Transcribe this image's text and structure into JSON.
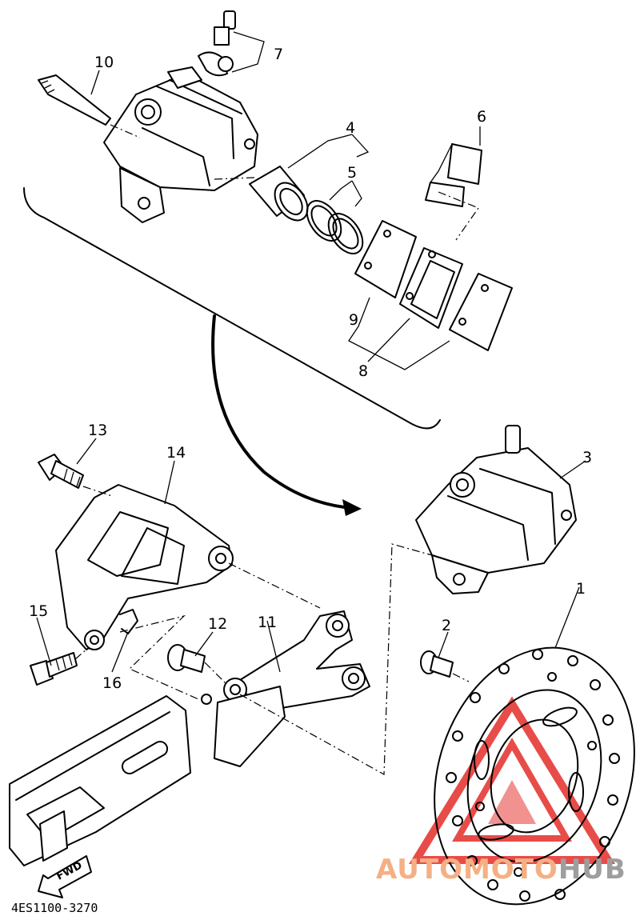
{
  "diagram": {
    "callouts": [
      "1",
      "2",
      "3",
      "4",
      "5",
      "6",
      "7",
      "8",
      "9",
      "10",
      "11",
      "12",
      "13",
      "14",
      "15",
      "16"
    ],
    "part_code": "4ES1100-3270",
    "fwd_label": "FWD"
  },
  "watermark": {
    "part_a": "AUTOMOTO",
    "part_b": "HUB",
    "color_a": "#f4b084",
    "color_b": "#9e9e9e",
    "logo_color": "#e53935"
  }
}
